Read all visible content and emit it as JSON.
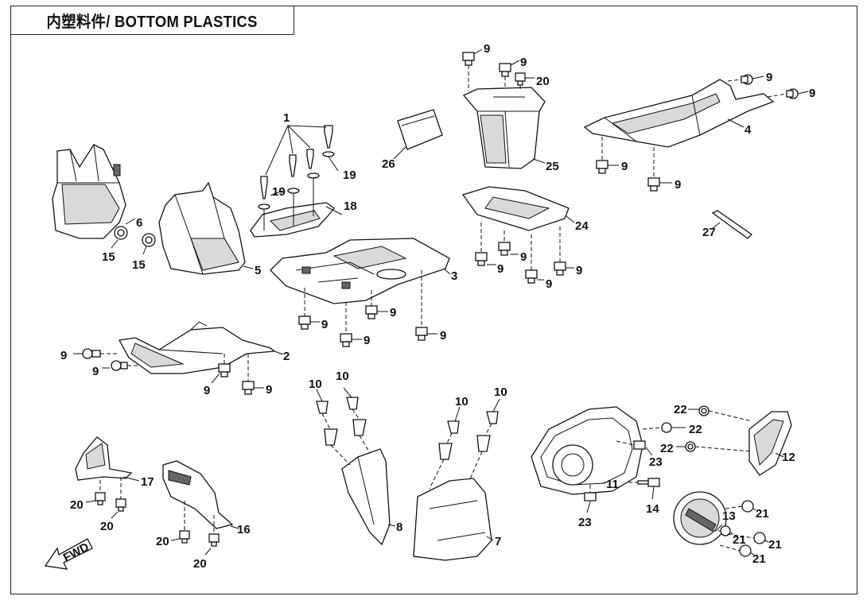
{
  "title": "内塑料件/ BOTTOM PLASTICS",
  "direction_arrow": "FWD",
  "callouts": {
    "c1": "1",
    "c2": "2",
    "c3": "3",
    "c4": "4",
    "c5": "5",
    "c6": "6",
    "c7": "7",
    "c8": "8",
    "c9": "9",
    "c10": "10",
    "c11": "11",
    "c12": "12",
    "c13": "13",
    "c14": "14",
    "c15": "15",
    "c16": "16",
    "c17": "17",
    "c18": "18",
    "c19": "19",
    "c20": "20",
    "c21": "21",
    "c22": "22",
    "c23": "23",
    "c24": "24",
    "c25": "25",
    "c26": "26",
    "c27": "27"
  }
}
